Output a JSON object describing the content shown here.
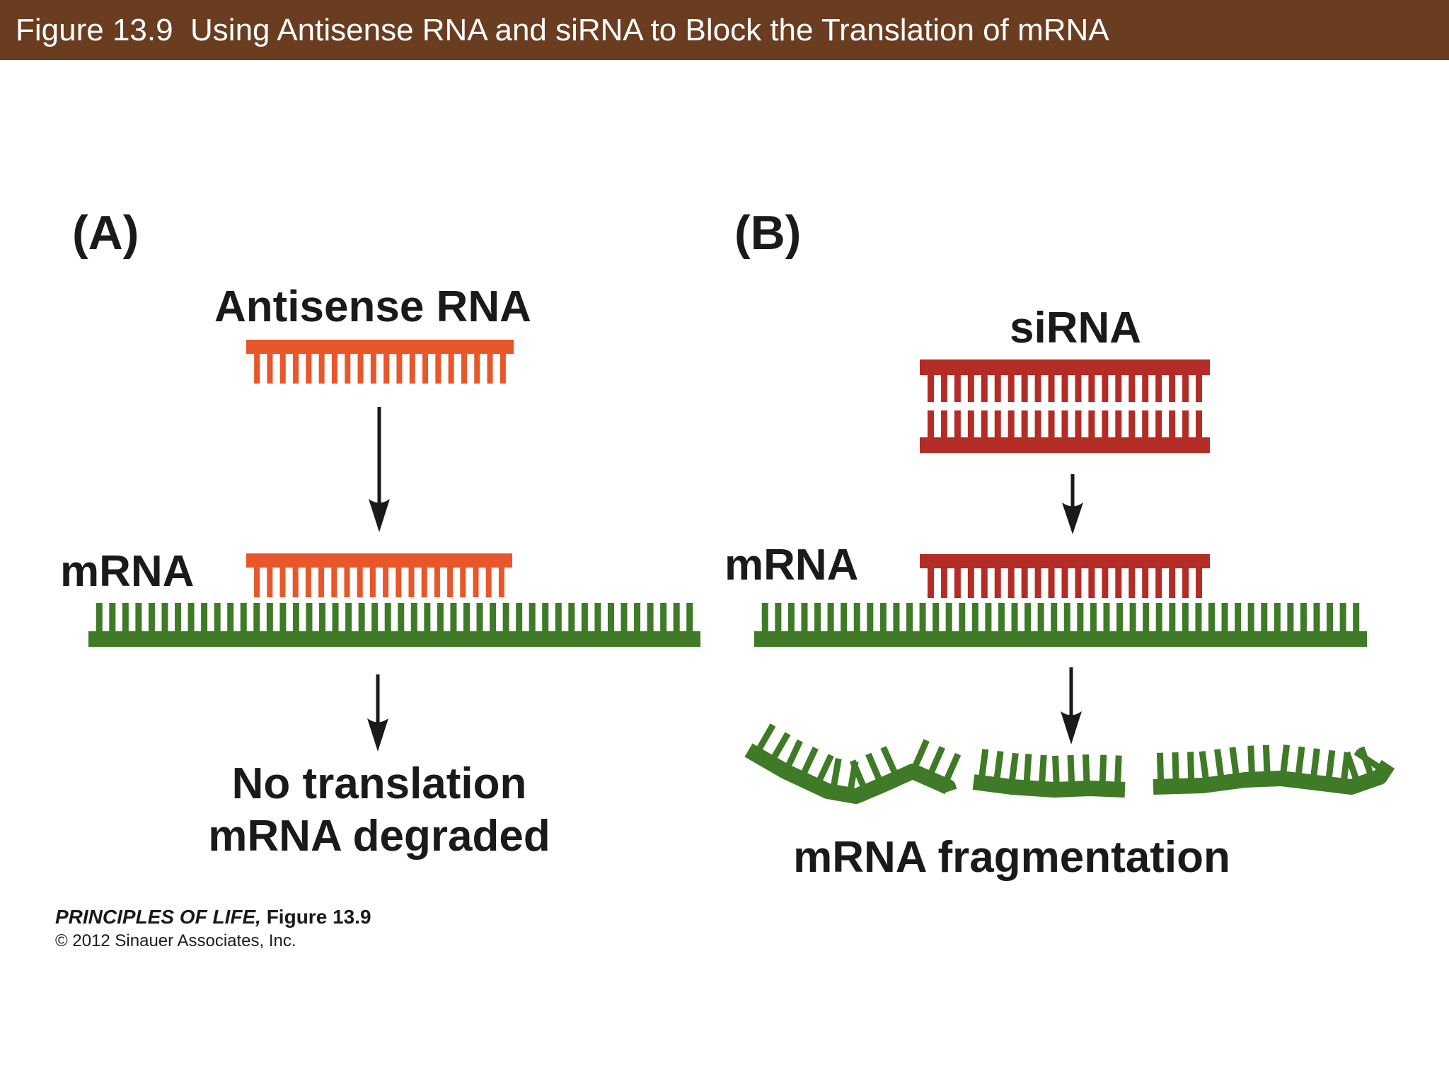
{
  "title": "Figure 13.9  Using Antisense RNA and siRNA to Block the Translation of mRNA",
  "panel_a": {
    "label": "(A)",
    "rna_label": "Antisense RNA",
    "mrna_label": "mRNA",
    "result_line1": "No translation",
    "result_line2": "mRNA degraded"
  },
  "panel_b": {
    "label": "(B)",
    "rna_label": "siRNA",
    "mrna_label": "mRNA",
    "result": "mRNA fragmentation"
  },
  "credit": {
    "book": "PRINCIPLES OF LIFE,",
    "figure": "Figure 13.9",
    "copyright": "© 2012 Sinauer Associates, Inc."
  },
  "colors": {
    "title_bar": "#6a3d21",
    "antisense": "#e8562a",
    "sirna": "#b32c25",
    "mrna": "#3f7a26",
    "arrow": "#1a1a1a"
  }
}
